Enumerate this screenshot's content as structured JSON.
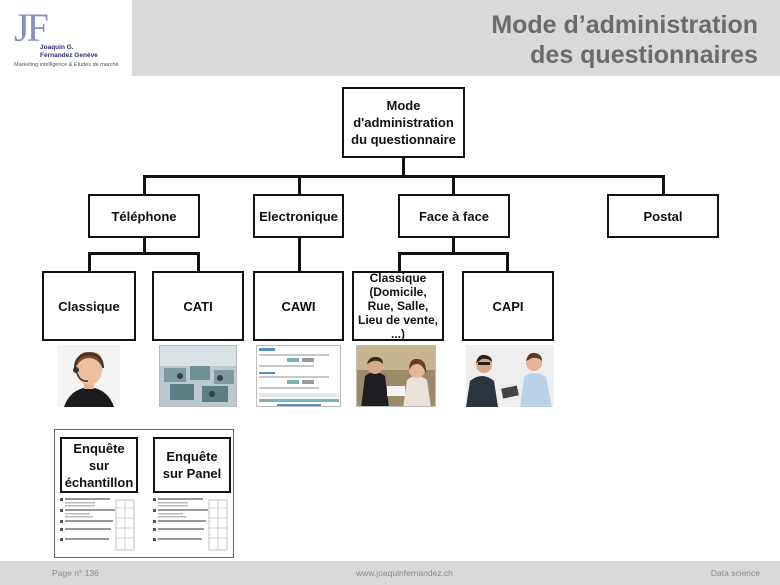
{
  "header": {
    "logo_letters": "JF",
    "logo_name": "Joaquin G. Fernandez Genève",
    "logo_tagline": "Marketing intelligence & Etudes de marché",
    "title_line1": "Mode d’administration",
    "title_line2": "des questionnaires"
  },
  "diagram": {
    "root": "Mode d'administration du questionnaire",
    "categories": [
      "Téléphone",
      "Electronique",
      "Face à face",
      "Postal"
    ],
    "methods": [
      "Classique",
      "CATI",
      "CAWI",
      "Classique (Domicile, Rue, Salle, Lieu de vente, ...)",
      "CAPI"
    ],
    "survey_types": [
      "Enquête sur échantillon",
      "Enquête sur Panel"
    ]
  },
  "illustrations": [
    "headset-operator-photo",
    "call-center-photo",
    "web-questionnaire-screenshot",
    "face-to-face-interview-photo",
    "tablet-interview-photo",
    "paper-questionnaire-forms"
  ],
  "footer": {
    "page": "Page n° 136",
    "url": "www.joaquinfernandez.ch",
    "section": "Data science"
  },
  "colors": {
    "header_bg": "#d9d9d9",
    "title": "#6b6b6b",
    "logo": "#2b2f7a",
    "box_border": "#111111"
  }
}
